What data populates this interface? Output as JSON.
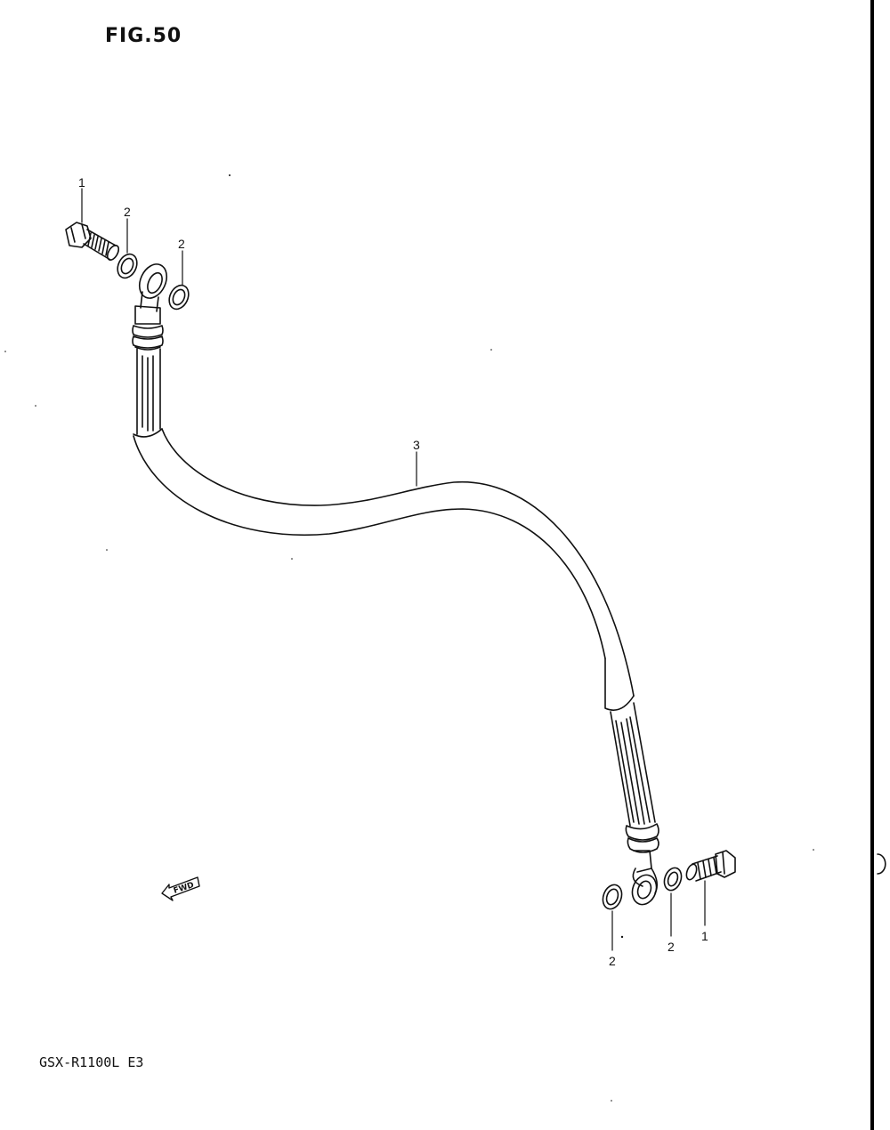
{
  "figure": {
    "title": "FIG.50",
    "model": "GSX-R1100L E3"
  },
  "direction_marker": {
    "text": "FWD",
    "icon": "forward-arrow-icon"
  },
  "parts": [
    {
      "ref": "1"
    },
    {
      "ref": "2"
    },
    {
      "ref": "3"
    }
  ],
  "callouts": [
    {
      "ref": "1"
    },
    {
      "ref": "2"
    },
    {
      "ref": "2"
    },
    {
      "ref": "3"
    },
    {
      "ref": "2"
    },
    {
      "ref": "2"
    },
    {
      "ref": "1"
    }
  ],
  "colors": {
    "line": "#111111",
    "background": "#ffffff"
  }
}
